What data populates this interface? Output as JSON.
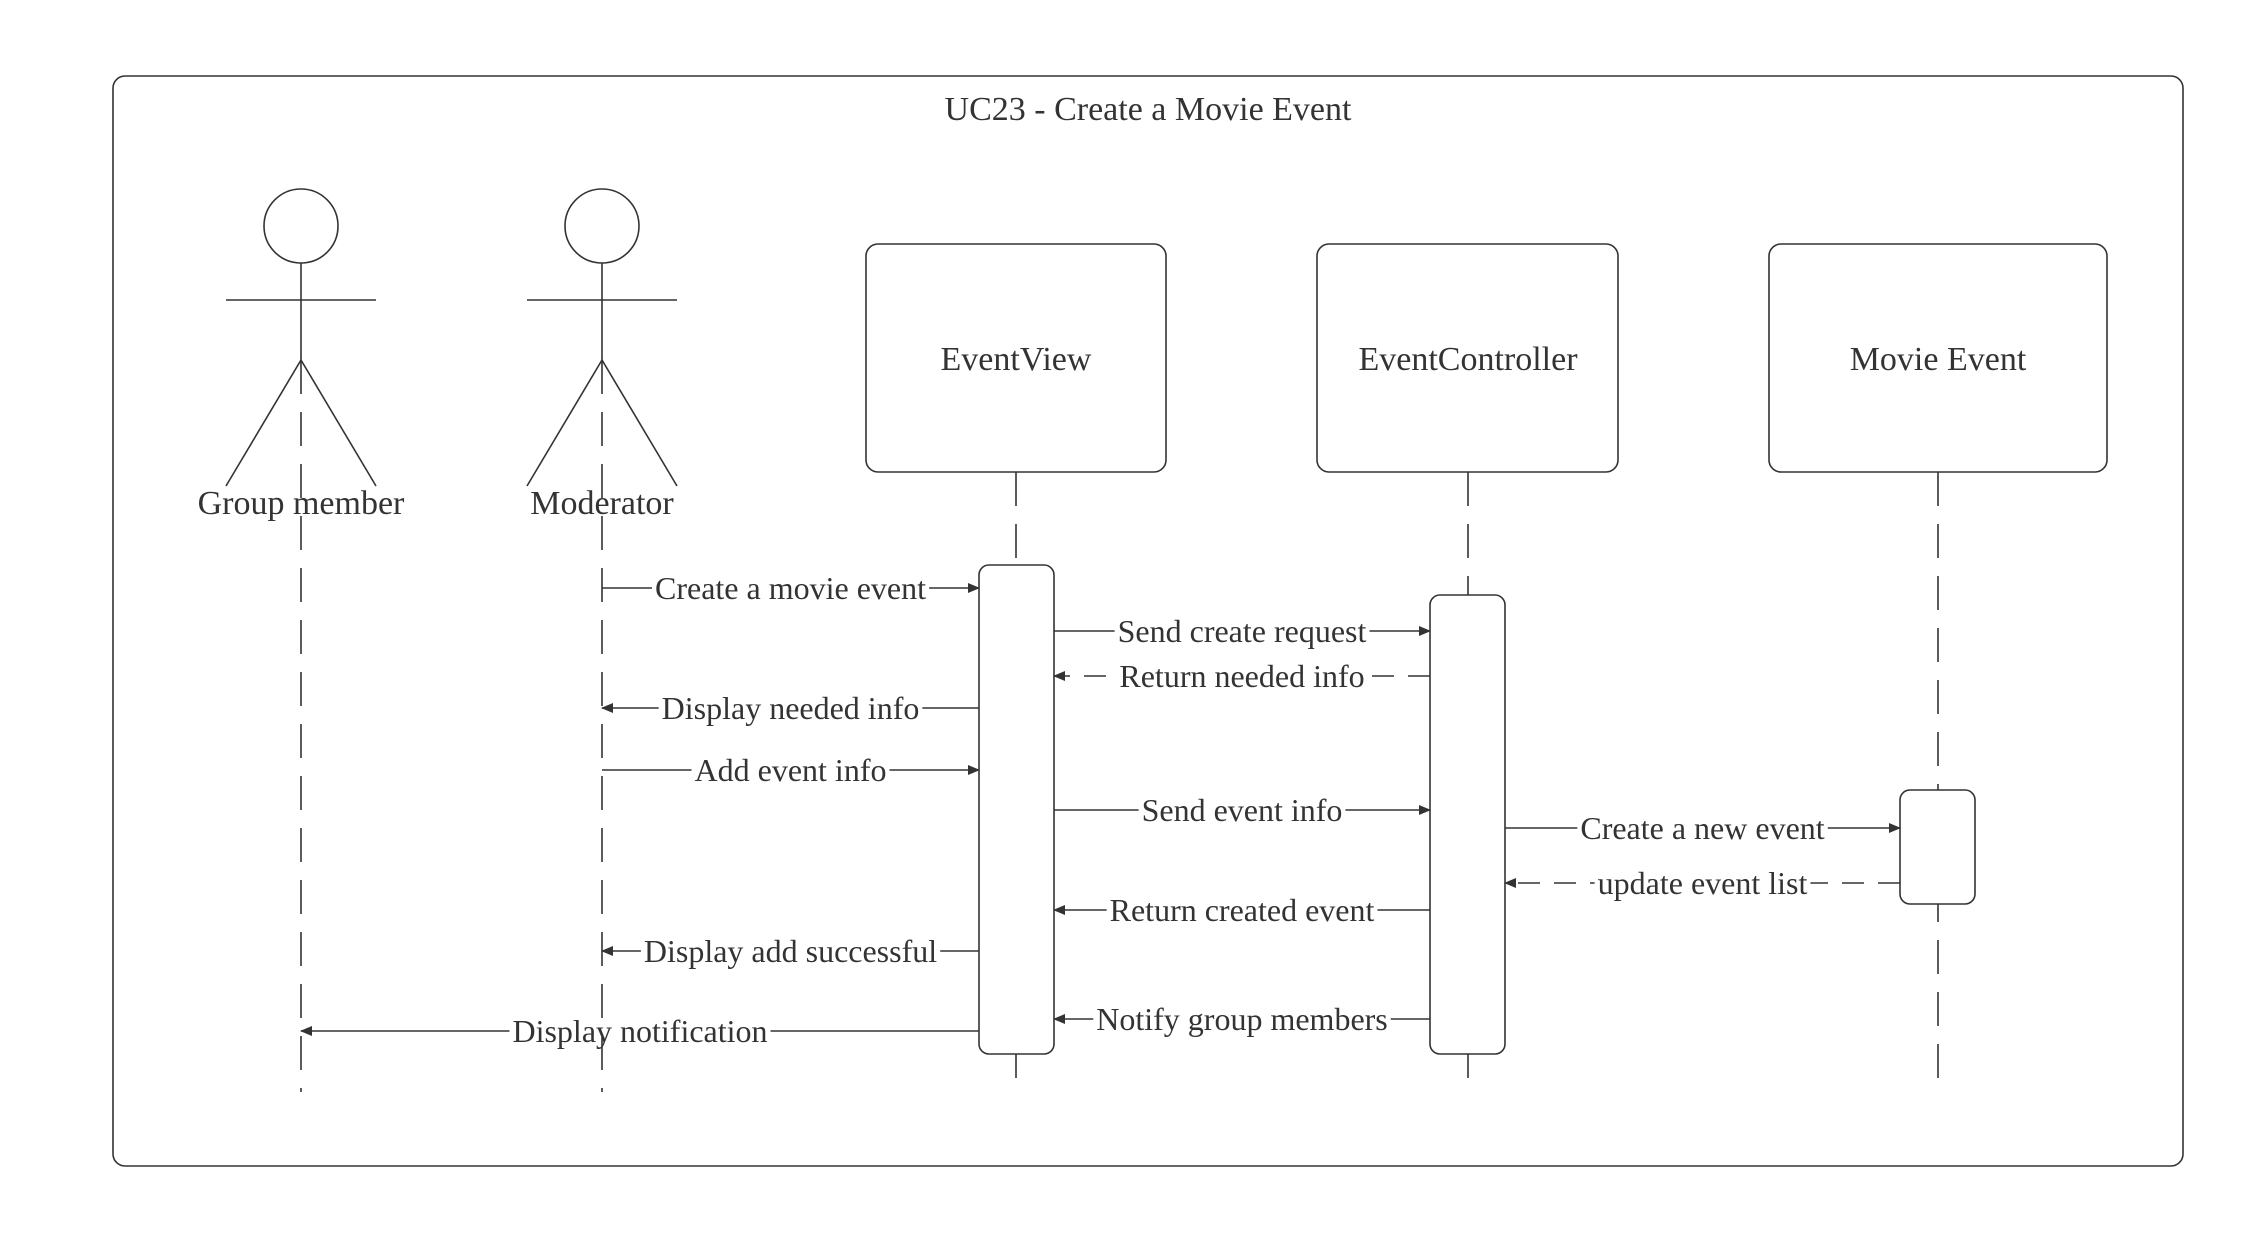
{
  "diagram": {
    "type": "sequence-diagram",
    "title": "UC23 - Create a Movie Event",
    "actors": [
      {
        "id": "group-member",
        "label": "Group member"
      },
      {
        "id": "moderator",
        "label": "Moderator"
      }
    ],
    "objects": [
      {
        "id": "event-view",
        "label": "EventView"
      },
      {
        "id": "event-controller",
        "label": "EventController"
      },
      {
        "id": "movie-event",
        "label": "Movie Event"
      }
    ],
    "messages": [
      {
        "from": "moderator",
        "to": "event-view",
        "label": "Create a movie event",
        "style": "sync"
      },
      {
        "from": "event-view",
        "to": "event-controller",
        "label": "Send create request",
        "style": "sync"
      },
      {
        "from": "event-controller",
        "to": "event-view",
        "label": "Return needed info",
        "style": "return"
      },
      {
        "from": "event-view",
        "to": "moderator",
        "label": "Display needed info",
        "style": "sync"
      },
      {
        "from": "moderator",
        "to": "event-view",
        "label": "Add event info",
        "style": "sync"
      },
      {
        "from": "event-view",
        "to": "event-controller",
        "label": "Send event info",
        "style": "sync"
      },
      {
        "from": "event-controller",
        "to": "movie-event",
        "label": "Create a new event",
        "style": "sync"
      },
      {
        "from": "movie-event",
        "to": "event-controller",
        "label": "update event list",
        "style": "return"
      },
      {
        "from": "event-controller",
        "to": "event-view",
        "label": "Return created event",
        "style": "sync"
      },
      {
        "from": "event-view",
        "to": "moderator",
        "label": "Display add successful",
        "style": "sync"
      },
      {
        "from": "event-controller",
        "to": "event-view",
        "label": "Notify group members",
        "style": "sync"
      },
      {
        "from": "event-view",
        "to": "group-member",
        "label": "Display notification",
        "style": "sync"
      }
    ]
  },
  "colors": {
    "stroke": "#333333",
    "background": "#ffffff"
  }
}
